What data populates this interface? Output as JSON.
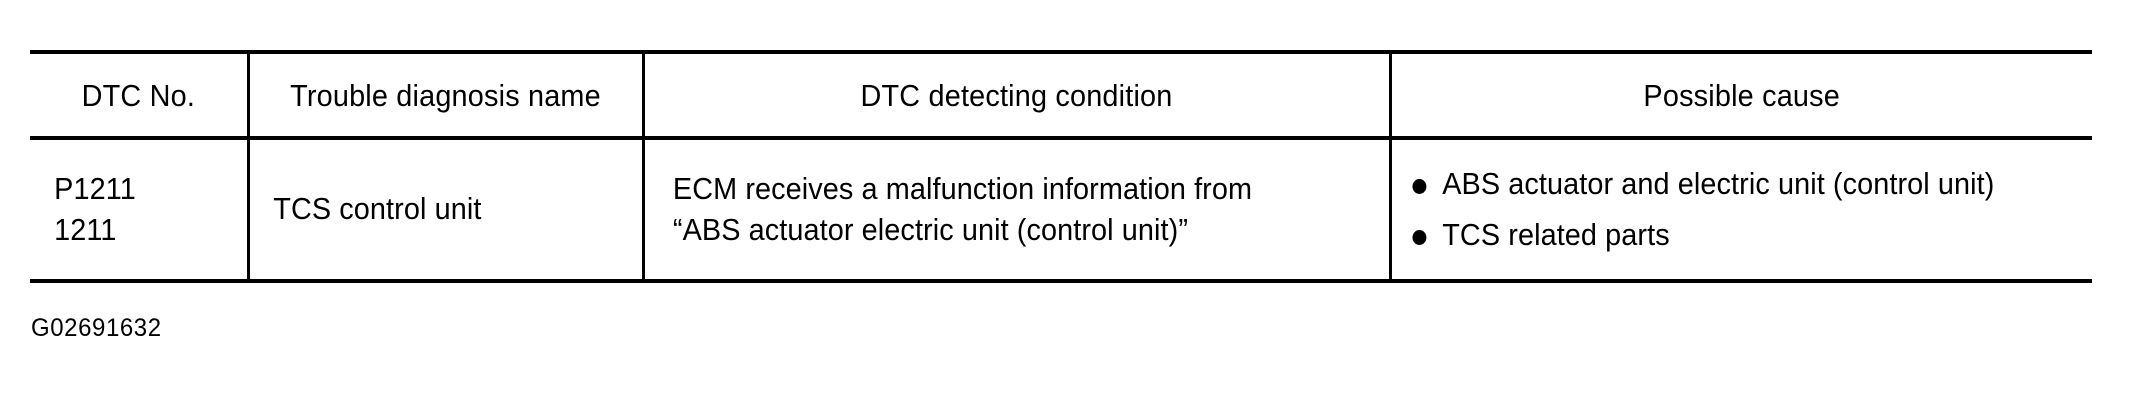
{
  "document": {
    "type": "dtc-diagnostic-table",
    "figure_caption": "G02691632",
    "ink_color": "#000000",
    "page_color": "#ffffff"
  },
  "table": {
    "columns": [
      {
        "key": "dtc_no",
        "header": "DTC No."
      },
      {
        "key": "name",
        "header": "Trouble diagnosis name"
      },
      {
        "key": "cond",
        "header": "DTC detecting condition"
      },
      {
        "key": "cause",
        "header": "Possible cause"
      }
    ],
    "rows": [
      {
        "dtc_no": {
          "line1": "P1211",
          "line2": "1211"
        },
        "name": "TCS control unit",
        "cond": {
          "line1": "ECM receives a malfunction information from",
          "line2": "“ABS actuator electric unit (control unit)”"
        },
        "cause": [
          "ABS actuator and electric unit (control unit)",
          "TCS related parts"
        ]
      }
    ]
  }
}
